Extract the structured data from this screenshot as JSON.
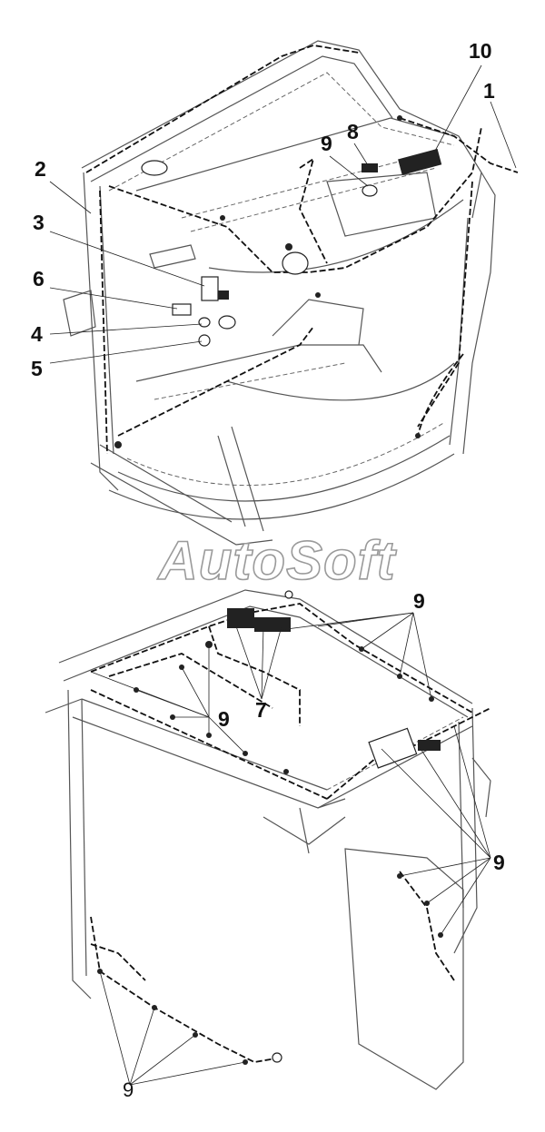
{
  "watermark": "AutoSoft",
  "callouts": [
    {
      "id": "c10",
      "text": "10"
    },
    {
      "id": "c1",
      "text": "1"
    },
    {
      "id": "c9top",
      "text": "9"
    },
    {
      "id": "c8",
      "text": "8"
    },
    {
      "id": "c2",
      "text": "2"
    },
    {
      "id": "c3",
      "text": "3"
    },
    {
      "id": "c6",
      "text": "6"
    },
    {
      "id": "c4",
      "text": "4"
    },
    {
      "id": "c5",
      "text": "5"
    },
    {
      "id": "c9a",
      "text": "9"
    },
    {
      "id": "c9b",
      "text": "9"
    },
    {
      "id": "c7",
      "text": "7"
    },
    {
      "id": "c9c",
      "text": "9"
    },
    {
      "id": "c9d",
      "text": "9"
    }
  ],
  "icons": {
    "diagram": "cab-wiring-harness-exploded-view"
  }
}
